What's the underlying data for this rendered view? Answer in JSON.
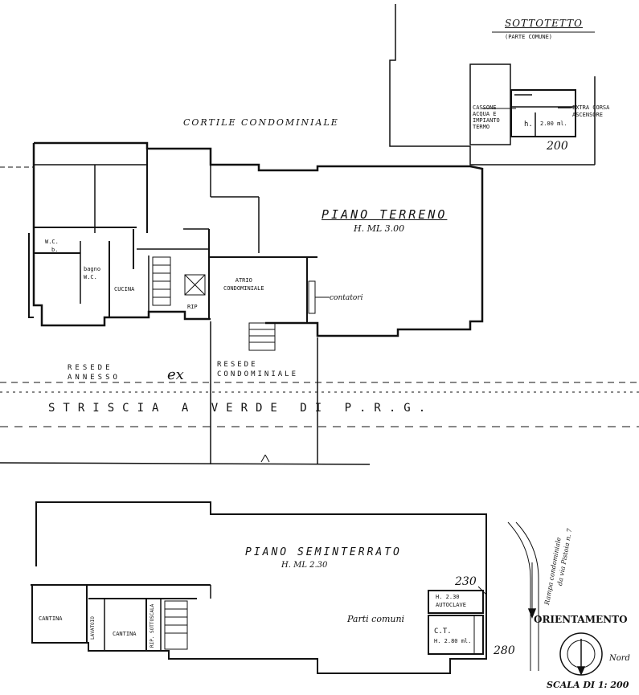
{
  "sottotetto": {
    "title": "SOTTOTETTO",
    "subtitle": "(PARTE COMUNE)",
    "cassone": [
      "CASSONE",
      "ACQUA E",
      "IMPIANTO",
      "TERMO"
    ],
    "h_label": "h.",
    "height": "2.00 ml.",
    "extra": [
      "EXTRA CORSA",
      "ASCENSORE"
    ],
    "scale_mark": "200"
  },
  "piano_terreno": {
    "courtyard": "CORTILE CONDOMINIALE",
    "title": "PIANO TERRENO",
    "height": "H. ML 3.00",
    "rooms": {
      "wc": [
        "W.C.",
        "b."
      ],
      "bagno": [
        "bagno",
        "W.C."
      ],
      "cucina": "CUCINA",
      "atrio": [
        "ATRIO",
        "CONDOMINIALE"
      ],
      "rip": "RIP"
    },
    "contatori": "contatori",
    "resede_annesso": [
      "RESEDE",
      "ANNESSO"
    ],
    "ex_mark": "ex",
    "resede_condominiale": [
      "RESEDE",
      "CONDOMINIALE"
    ],
    "striscia": "STRISCIA A VERDE DI P.R.G."
  },
  "piano_seminterrato": {
    "title": "PIANO SEMINTERRATO",
    "height": "H. ML 2.30",
    "cantina_1": "CANTINA",
    "cantina_2": "CANTINA",
    "lavatoio": "LAVATOIO",
    "rip": "RIP. SOTTOSCALA",
    "label_230": "230",
    "autoclave": [
      "H. 2.30",
      "AUTOCLAVE"
    ],
    "parti_comuni": "Parti comuni",
    "ct": [
      "C.T.",
      "H. 2.80 ml."
    ],
    "label_280": "280"
  },
  "orientamento": {
    "title": "ORIENTAMENTO",
    "nord": "Nord",
    "scale": "SCALA DI 1: 200",
    "access": [
      "Rampa condominiale",
      "da via Pistoia n. 7"
    ]
  }
}
